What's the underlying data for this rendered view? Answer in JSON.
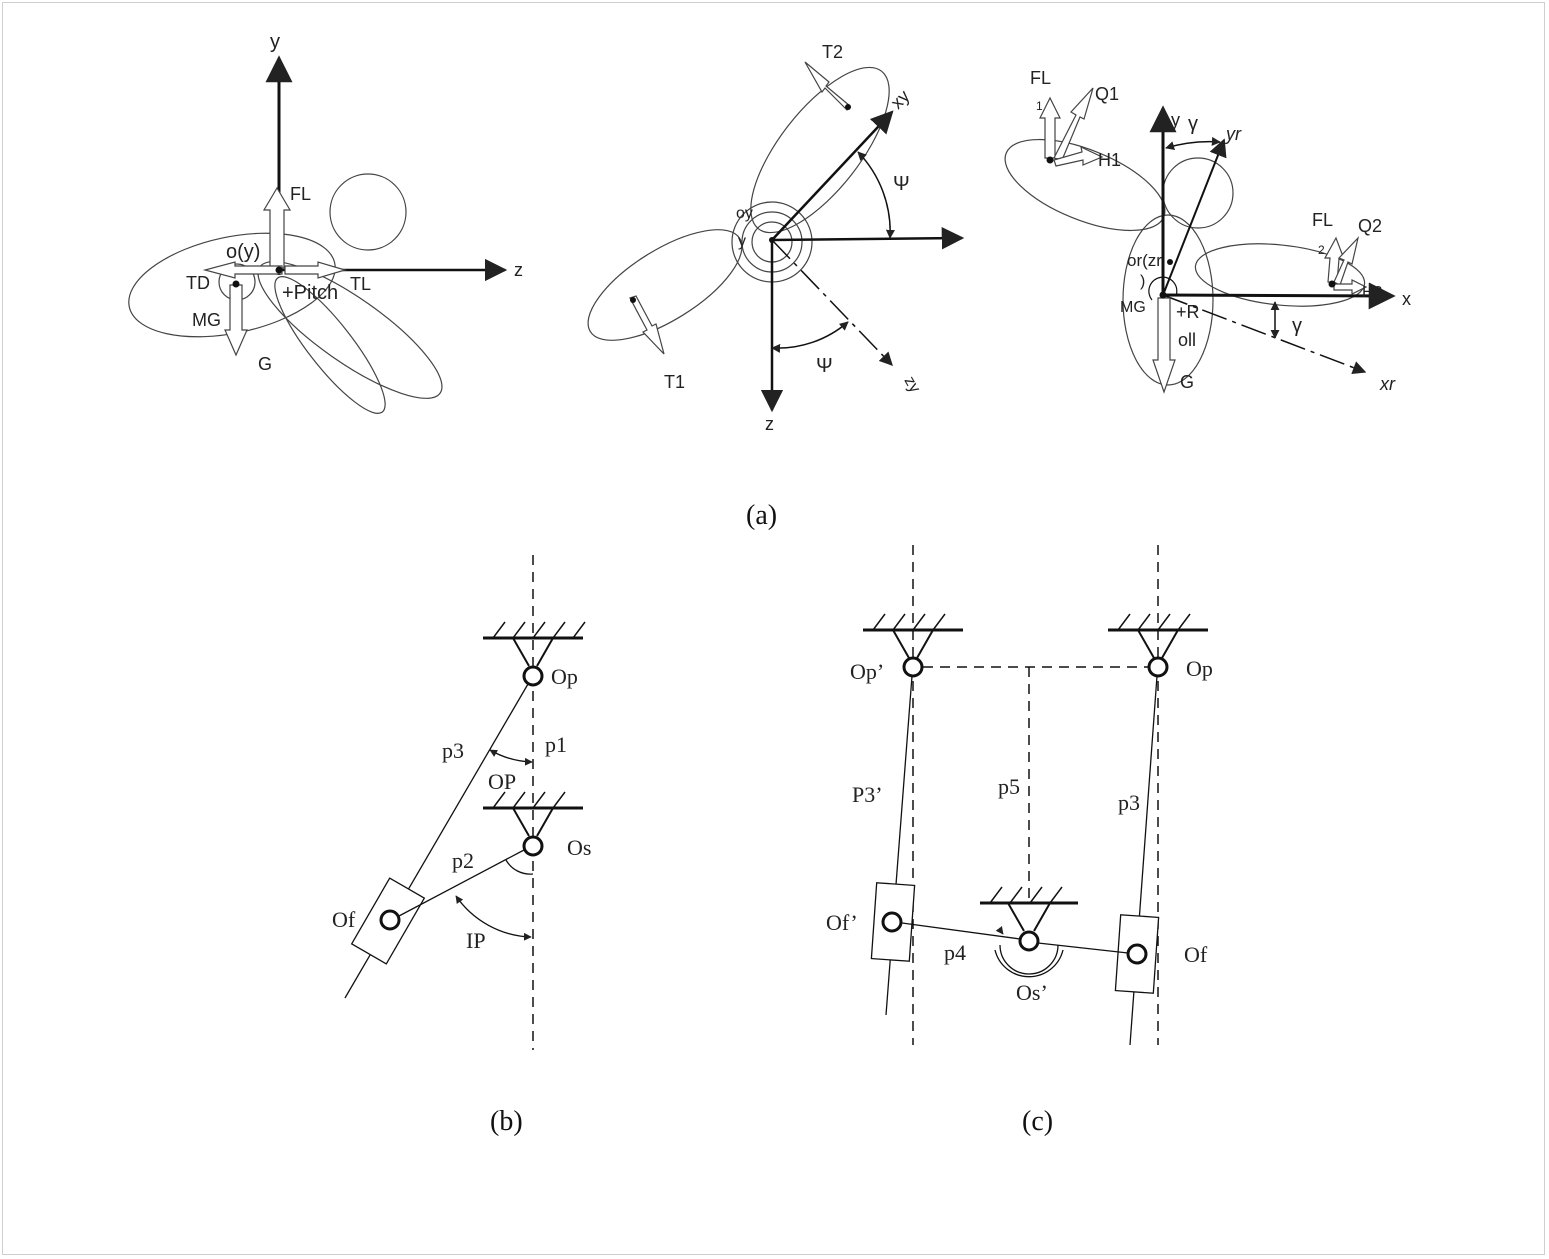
{
  "captions": {
    "a": "(a)",
    "b": "(b)",
    "c": "(c)"
  },
  "panel_a": {
    "side": {
      "y": "y",
      "z": "z",
      "fl": "FL",
      "oy": "o(y)",
      "td": "TD",
      "pitch": "+Pitch",
      "tl": "TL",
      "mg": "MG",
      "g": "G"
    },
    "top": {
      "t2": "T2",
      "t1": "T1",
      "xy": "xy",
      "psi_upper": "Ψ",
      "psi_lower": "Ψ",
      "oy": "oy",
      "yy": "y",
      "z": "z",
      "zy": "zy"
    },
    "front": {
      "fl1": "FL",
      "fl1_sub": "1",
      "q1": "Q1",
      "h1": "H1",
      "y": "y",
      "gamma_top": "γ",
      "yr": "yr",
      "fl2": "FL",
      "fl2_sub": "2",
      "q2": "Q2",
      "or": "or(zr",
      "paren": ")",
      "h2": "H2",
      "x": "x",
      "mg": "MG",
      "r": "+R",
      "oll": "oll",
      "gamma_right": "γ",
      "g": "G",
      "xr": "xr"
    }
  },
  "panel_b": {
    "op": "Op",
    "p1": "p1",
    "p3": "p3",
    "op_angle": "OP",
    "os": "Os",
    "p2": "p2",
    "of": "Of",
    "ip": "IP"
  },
  "panel_c": {
    "op_prime": "Op’",
    "op": "Op",
    "p3_prime": "P3’",
    "p5": "p5",
    "p3": "p3",
    "of_prime": "Of’",
    "p4": "p4",
    "os_prime": "Os’",
    "of": "Of"
  },
  "colors": {
    "ink": "#222222",
    "background": "#ffffff",
    "frame": "#cfcfcf"
  }
}
